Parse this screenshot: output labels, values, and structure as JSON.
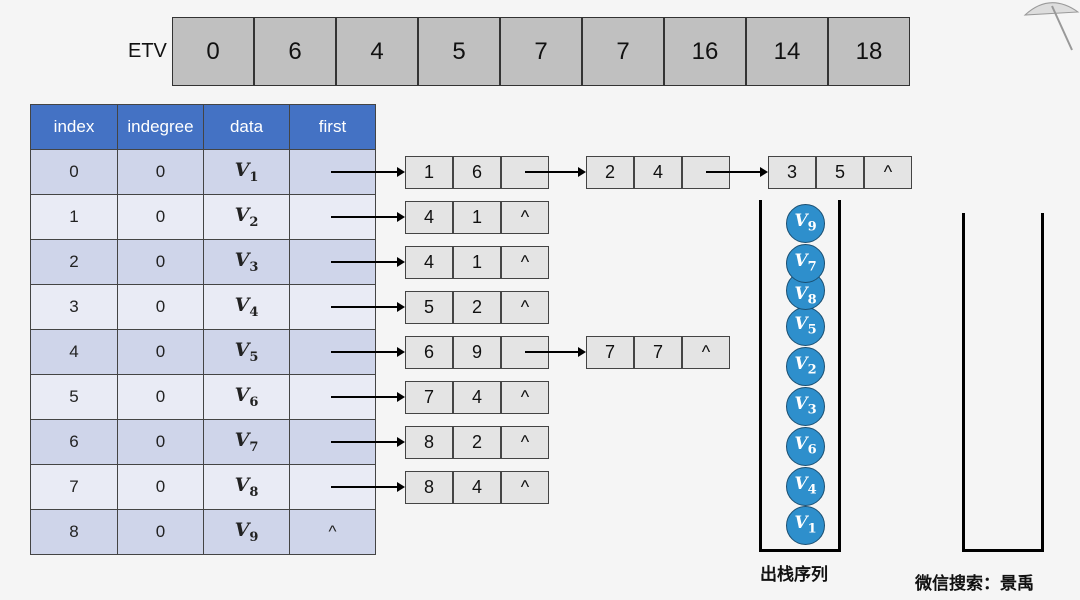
{
  "etv": {
    "label": "ETV",
    "values": [
      "0",
      "6",
      "4",
      "5",
      "7",
      "7",
      "16",
      "14",
      "18"
    ]
  },
  "table": {
    "headers": [
      "index",
      "indegree",
      "data",
      "first"
    ],
    "rows": [
      {
        "index": "0",
        "indegree": "0",
        "data": "V",
        "sub": "1",
        "first": ""
      },
      {
        "index": "1",
        "indegree": "0",
        "data": "V",
        "sub": "2",
        "first": ""
      },
      {
        "index": "2",
        "indegree": "0",
        "data": "V",
        "sub": "3",
        "first": ""
      },
      {
        "index": "3",
        "indegree": "0",
        "data": "V",
        "sub": "4",
        "first": ""
      },
      {
        "index": "4",
        "indegree": "0",
        "data": "V",
        "sub": "5",
        "first": ""
      },
      {
        "index": "5",
        "indegree": "0",
        "data": "V",
        "sub": "6",
        "first": ""
      },
      {
        "index": "6",
        "indegree": "0",
        "data": "V",
        "sub": "7",
        "first": ""
      },
      {
        "index": "7",
        "indegree": "0",
        "data": "V",
        "sub": "8",
        "first": ""
      },
      {
        "index": "8",
        "indegree": "0",
        "data": "V",
        "sub": "9",
        "first": "^"
      }
    ]
  },
  "adjacency": [
    [
      [
        "1",
        "6",
        ""
      ],
      [
        "2",
        "4",
        ""
      ],
      [
        "3",
        "5",
        "^"
      ]
    ],
    [
      [
        "4",
        "1",
        "^"
      ]
    ],
    [
      [
        "4",
        "1",
        "^"
      ]
    ],
    [
      [
        "5",
        "2",
        "^"
      ]
    ],
    [
      [
        "6",
        "9",
        ""
      ],
      [
        "7",
        "7",
        "^"
      ]
    ],
    [
      [
        "7",
        "4",
        "^"
      ]
    ],
    [
      [
        "8",
        "2",
        "^"
      ]
    ],
    [
      [
        "8",
        "4",
        "^"
      ]
    ],
    []
  ],
  "stack": {
    "label": "出栈序列",
    "items_top_to_bottom": [
      "9",
      "7",
      "8",
      "5",
      "2",
      "3",
      "6",
      "4",
      "1"
    ],
    "var": "V"
  },
  "watermark": "微信搜索：景禹",
  "colors": {
    "header": "#4472c4",
    "row_dark": "#cfd5ea",
    "row_light": "#e9ebf5",
    "circle": "#2e8fcc",
    "etv_cell": "#c0c0c0"
  }
}
